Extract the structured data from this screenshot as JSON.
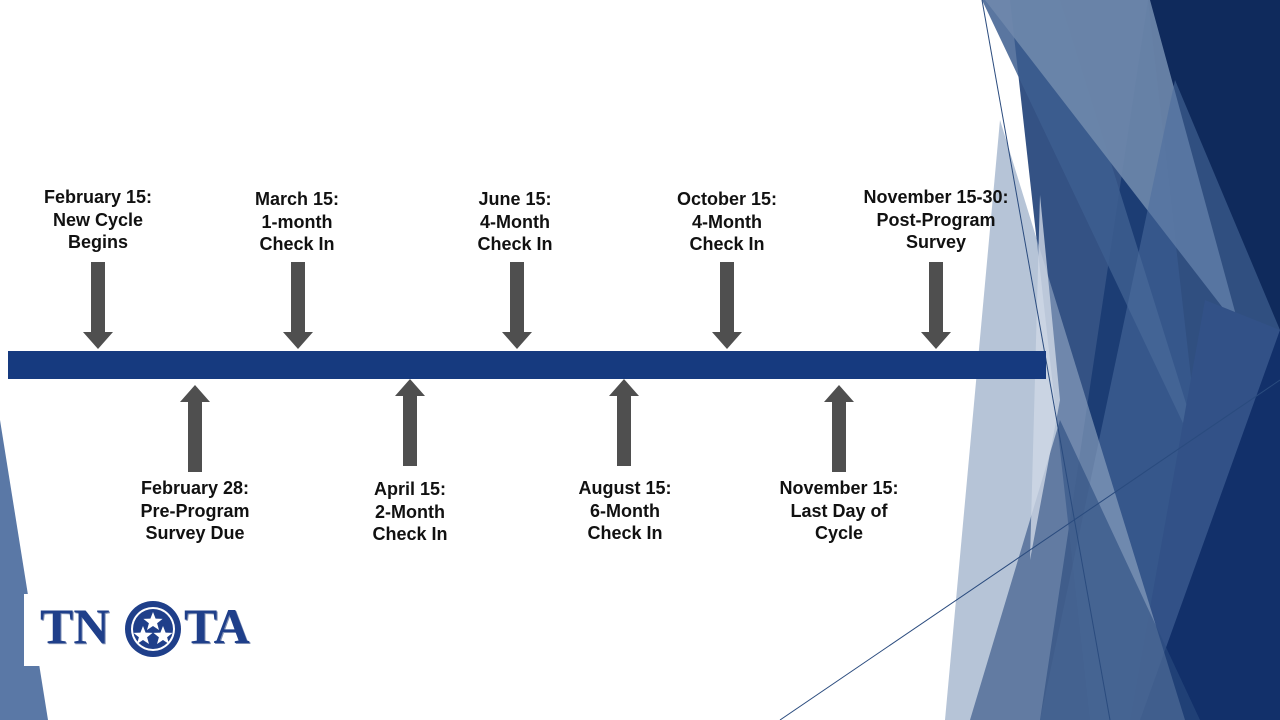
{
  "colors": {
    "timeline": "#163a7f",
    "arrow": "#4f4f4f",
    "label": "#111111",
    "logo": "#1f3f8a"
  },
  "milestones_top": [
    {
      "lines": [
        "February 15:",
        "New Cycle",
        "Begins"
      ]
    },
    {
      "lines": [
        "March 15:",
        "1-month",
        "Check In"
      ]
    },
    {
      "lines": [
        "June 15:",
        "4-Month",
        "Check In"
      ]
    },
    {
      "lines": [
        "October 15:",
        "4-Month",
        "Check In"
      ]
    },
    {
      "lines": [
        "November 15-30:",
        "Post-Program",
        "Survey"
      ]
    }
  ],
  "milestones_bottom": [
    {
      "lines": [
        "February 28:",
        "Pre-Program",
        "Survey Due"
      ]
    },
    {
      "lines": [
        "April 15:",
        "2-Month",
        "Check In"
      ]
    },
    {
      "lines": [
        "August 15:",
        "6-Month",
        "Check In"
      ]
    },
    {
      "lines": [
        "November 15:",
        "Last Day of",
        "Cycle"
      ]
    }
  ],
  "logo": {
    "left_text": "TN",
    "right_text": "TA",
    "emblem": "three-stars-emblem"
  }
}
